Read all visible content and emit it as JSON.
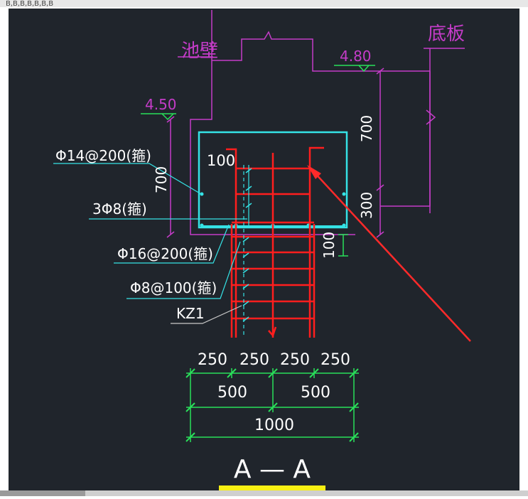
{
  "top_strip_text": "B,B,B,B,B,B,B",
  "labels": {
    "wall": "池壁",
    "slab": "底板",
    "elev_left": "4.50",
    "elev_right": "4.80",
    "beam_top_dim": "100",
    "dim_700_left": "700",
    "dim_700_right": "700",
    "dim_300": "300",
    "dim_100_right": "100"
  },
  "rebar_callouts": [
    "Φ14@200(箍)",
    "3Φ8(箍)",
    "Φ16@200(箍)",
    "Φ8@100(箍)",
    "KZ1"
  ],
  "bottom_dims": {
    "row1": [
      "250",
      "250",
      "250",
      "250"
    ],
    "row2": [
      "500",
      "500"
    ],
    "row3": [
      "1000"
    ]
  },
  "section_title": "A — A",
  "colors": {
    "background": "#20252c",
    "magenta": "#c43cc8",
    "cyan": "#35e3e6",
    "red": "#ff1e1e",
    "green": "#29e05a",
    "white_text": "#ffffff",
    "yellow": "#f7ef12"
  }
}
